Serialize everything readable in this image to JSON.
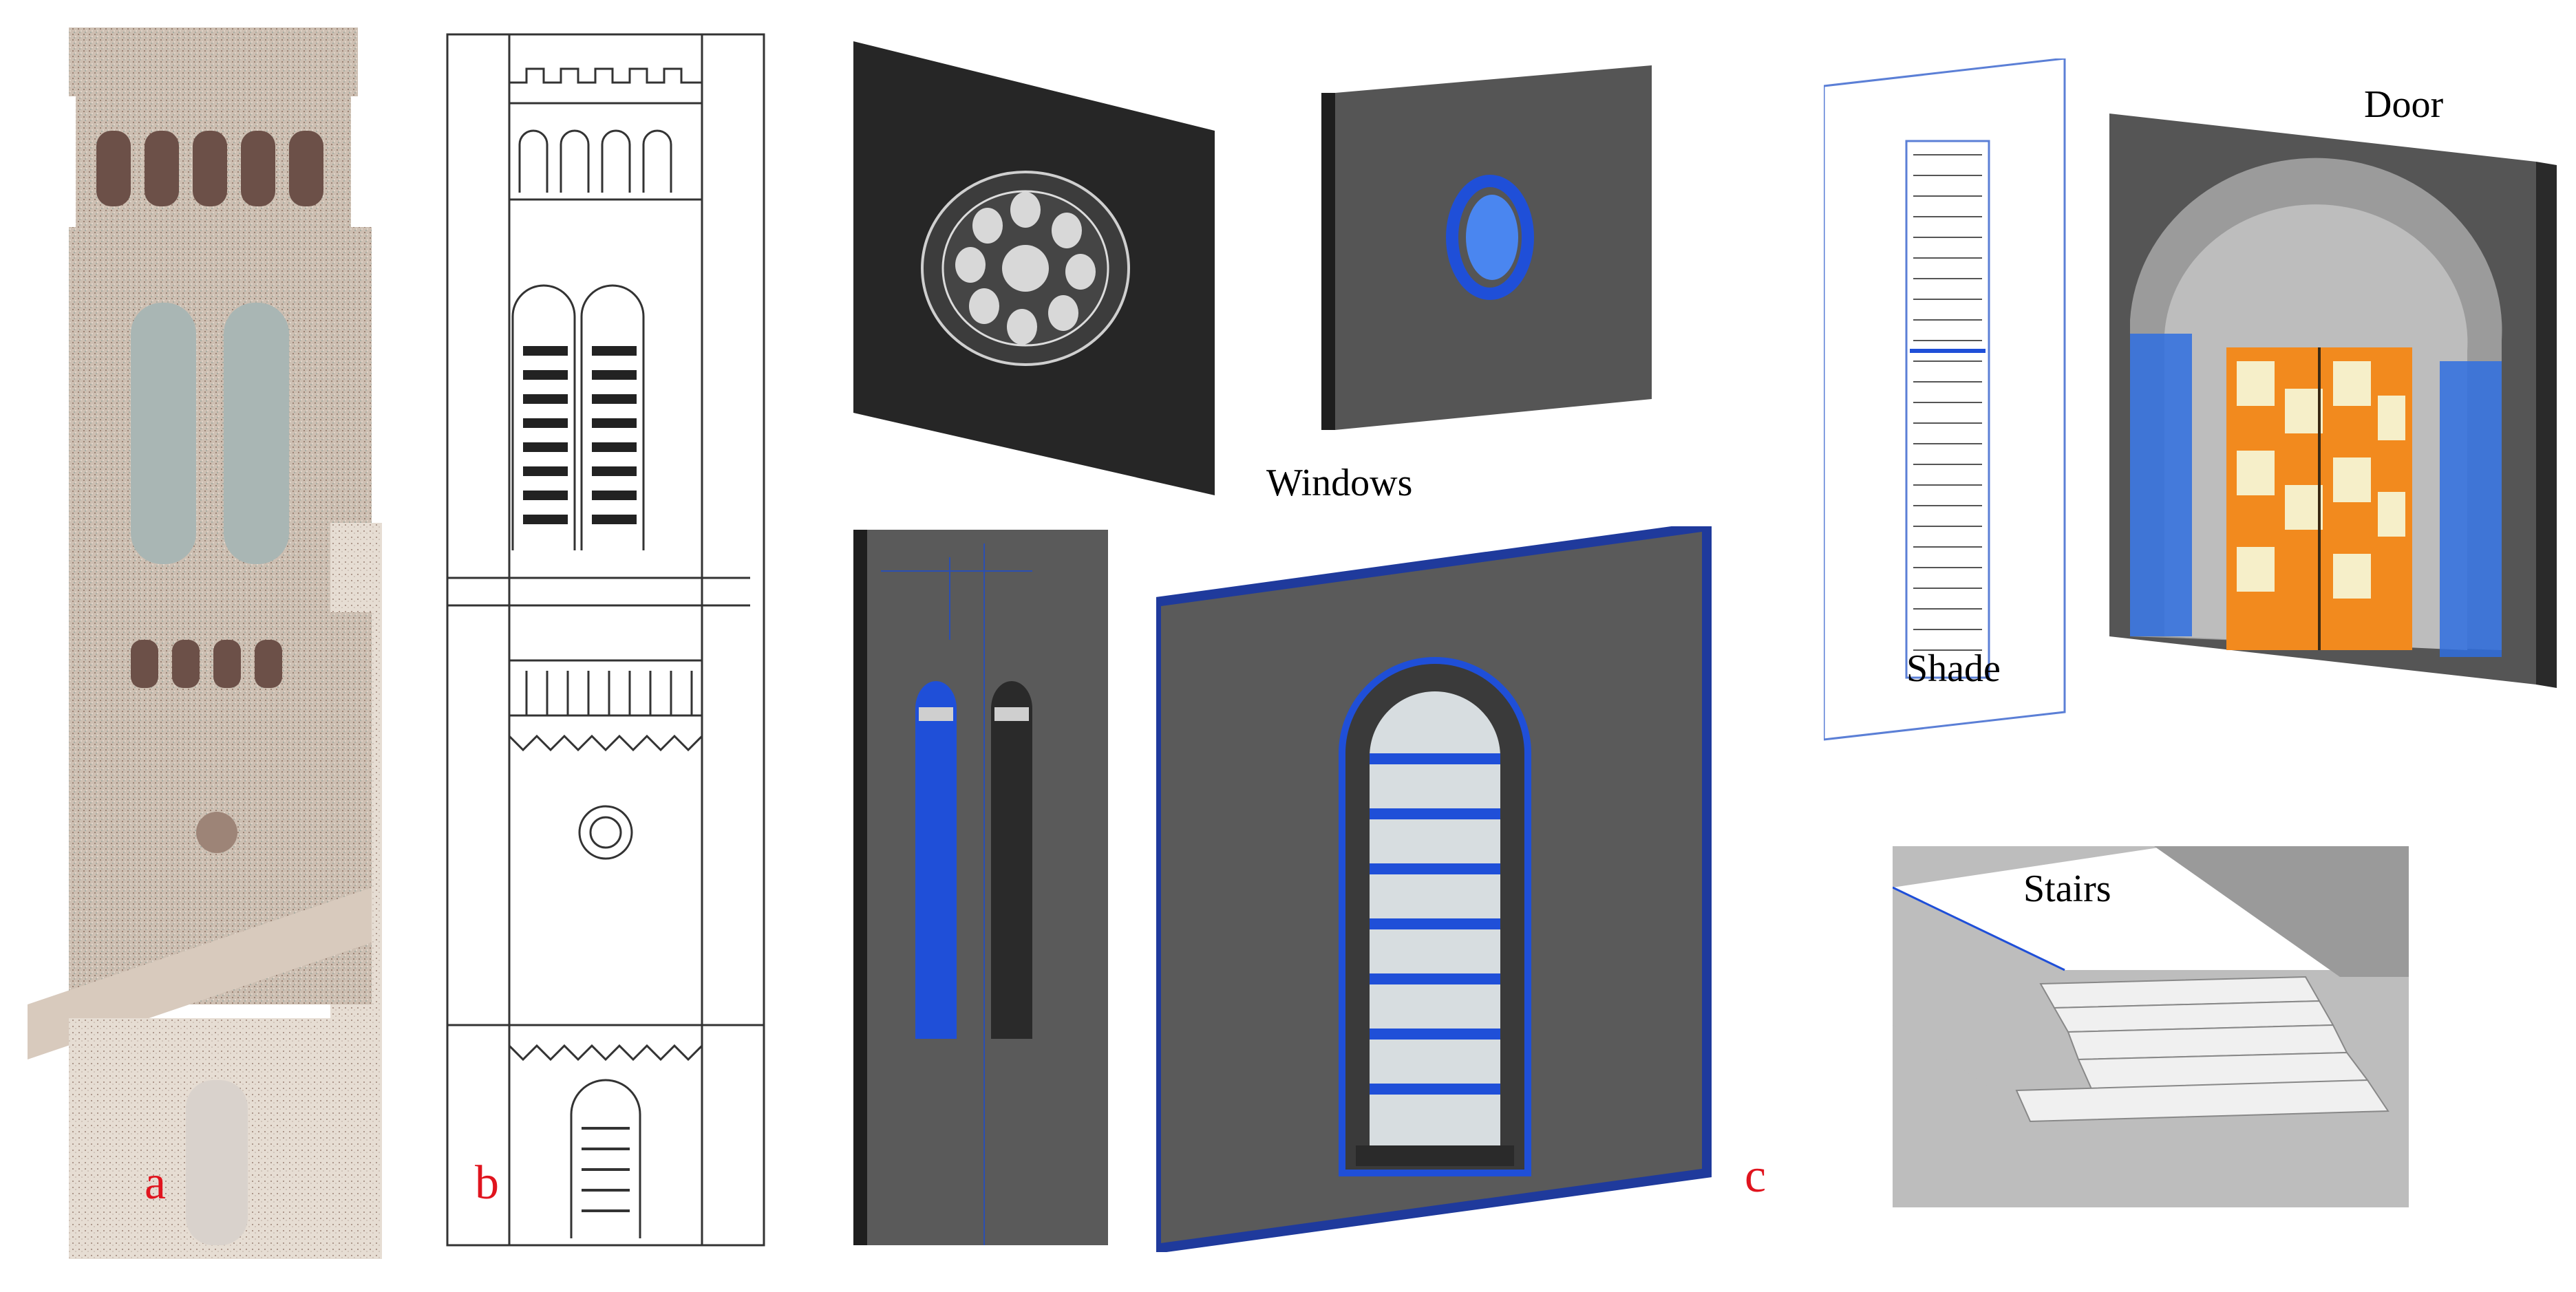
{
  "figure": {
    "panel_labels": {
      "a": "a",
      "b": "b",
      "c": "c"
    },
    "component_labels": {
      "windows": "Windows",
      "door": "Door",
      "shade": "Shade",
      "stairs": "Stairs"
    }
  },
  "colors": {
    "label_red": "#e0141e",
    "bim_blue": "#1f4fd8",
    "wall_gray": "#5a5a5a",
    "door_orange": "#f28a1e",
    "door_cream": "#f6efc9"
  }
}
